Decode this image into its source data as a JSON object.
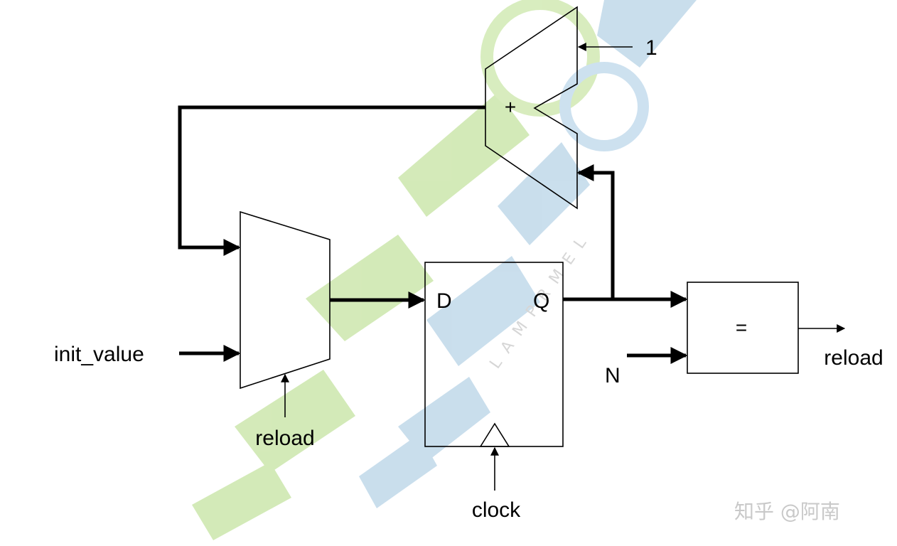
{
  "labels": {
    "one": "1",
    "plus": "+",
    "d": "D",
    "q": "Q",
    "equals": "=",
    "init_value": "init_value",
    "reload_mux": "reload",
    "reload_out": "reload",
    "n": "N",
    "clock": "clock"
  },
  "watermark": {
    "text": "知乎 @阿南",
    "brand": "LAMPRMEL"
  },
  "colors": {
    "line": "#000000",
    "watermark_green": "#c6e5a3",
    "watermark_blue": "#bcd6e8",
    "watermark_text": "#c9c9c9"
  }
}
